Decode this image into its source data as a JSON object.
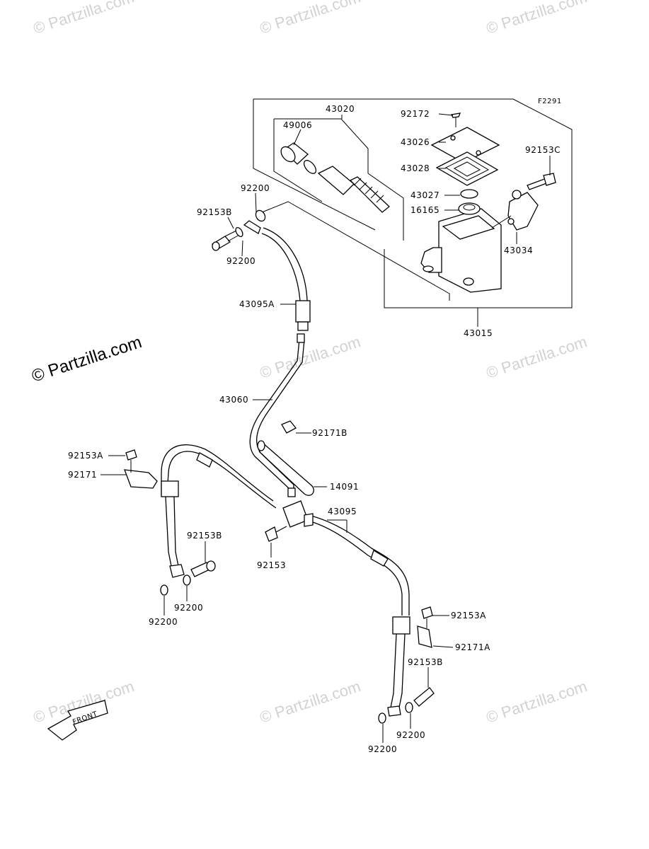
{
  "diagram": {
    "figure_code": "F2291",
    "front_label": "FRONT",
    "watermark": "© Partzilla.com",
    "main_watermark": "© Partzilla.com",
    "parts": {
      "p43020": "43020",
      "p49006": "49006",
      "p92172": "92172",
      "p43026": "43026",
      "p92153C": "92153C",
      "p43028": "43028",
      "p43027": "43027",
      "p16165": "16165",
      "p43034": "43034",
      "p43015": "43015",
      "p92200_a": "92200",
      "p92153B_a": "92153B",
      "p92200_b": "92200",
      "p43095A": "43095A",
      "p43060": "43060",
      "p92171B": "92171B",
      "p14091": "14091",
      "p92153A_a": "92153A",
      "p92171": "92171",
      "p43095": "43095",
      "p92153B_b": "92153B",
      "p92153": "92153",
      "p92200_c": "92200",
      "p92200_d": "92200",
      "p92153A_b": "92153A",
      "p92171A": "92171A",
      "p92153B_c": "92153B",
      "p92200_e": "92200",
      "p92200_f": "92200"
    }
  }
}
